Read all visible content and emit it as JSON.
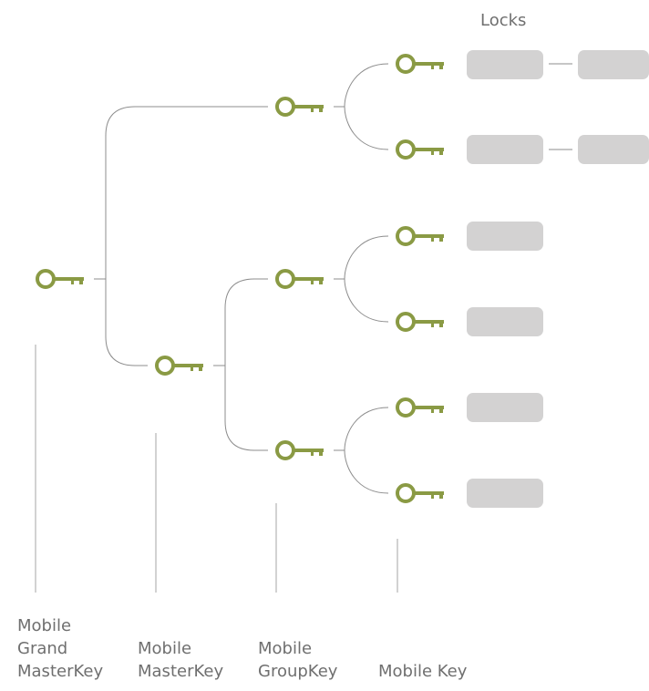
{
  "locks_title": "Locks",
  "colors": {
    "key": "#8a9a44",
    "line": "#8c8c8c",
    "lock": "#d3d2d2",
    "text": "#6f6f6f"
  },
  "icon": "key-icon",
  "levels": {
    "grand_master": [
      "Mobile",
      "Grand",
      "MasterKey"
    ],
    "master": [
      "Mobile",
      "MasterKey"
    ],
    "group": [
      "Mobile",
      "GroupKey"
    ],
    "key": [
      "Mobile Key"
    ]
  }
}
